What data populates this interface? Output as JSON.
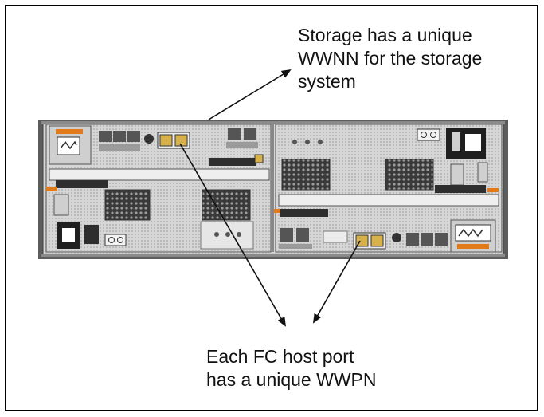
{
  "callouts": {
    "storage_wwnn": {
      "lines": [
        "Storage has a unique",
        "WWNN for the storage",
        "system"
      ]
    },
    "host_port_wwpn": {
      "lines": [
        "Each FC host port",
        "has a unique WWPN"
      ]
    }
  },
  "colors": {
    "chassis": "#5f5f5f",
    "panel": "#d9d9d9",
    "accent_orange": "#e27a1a",
    "port_yellow": "#d7b24a",
    "arrow": "#111111"
  }
}
